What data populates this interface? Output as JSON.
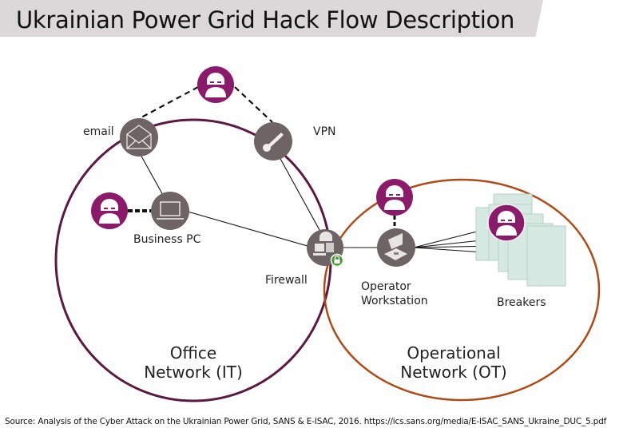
{
  "title": "Ukrainian Power Grid Hack Flow Description",
  "nodes": {
    "email": {
      "label": "email",
      "icon": "envelope-icon"
    },
    "vpn": {
      "label": "VPN",
      "icon": "key-icon"
    },
    "business_pc": {
      "label": "Business PC",
      "icon": "laptop-icon"
    },
    "firewall": {
      "label": "Firewall",
      "icon": "firewall-icon",
      "badge": "lock-icon"
    },
    "operator_workstation": {
      "label": "Operator Workstation",
      "label_lines": [
        "Operator",
        "Workstation"
      ],
      "icon": "workstation-icon"
    },
    "breakers": {
      "label": "Breakers",
      "icon": "breaker-panels-icon"
    }
  },
  "attackers": [
    {
      "id": "attacker-top",
      "connected_to": [
        "email",
        "vpn"
      ],
      "icon": "hacker-icon"
    },
    {
      "id": "attacker-business-pc",
      "connected_to": [
        "business_pc"
      ],
      "icon": "hacker-icon"
    },
    {
      "id": "attacker-operator",
      "connected_to": [
        "operator_workstation"
      ],
      "icon": "hacker-icon"
    },
    {
      "id": "attacker-breakers",
      "connected_to": [
        "breakers"
      ],
      "icon": "hacker-icon"
    }
  ],
  "networks": {
    "it": {
      "line1": "Office",
      "line2": "Network (IT)",
      "color": "#5a1a44"
    },
    "ot": {
      "line1": "Operational",
      "line2": "Network (OT)",
      "color": "#b04a14"
    }
  },
  "colors": {
    "node": "#6f6465",
    "attacker": "#8b1a6b",
    "breaker_fill": "#d6e8e2",
    "breaker_stroke": "#b5d2c9",
    "lock": "#4e9a36",
    "title_band": "#dcd8d9"
  },
  "source": "Source: Analysis of the Cyber Attack on the Ukrainian Power Grid, SANS & E-ISAC, 2016. https://ics.sans.org/media/E-ISAC_SANS_Ukraine_DUC_5.pdf"
}
